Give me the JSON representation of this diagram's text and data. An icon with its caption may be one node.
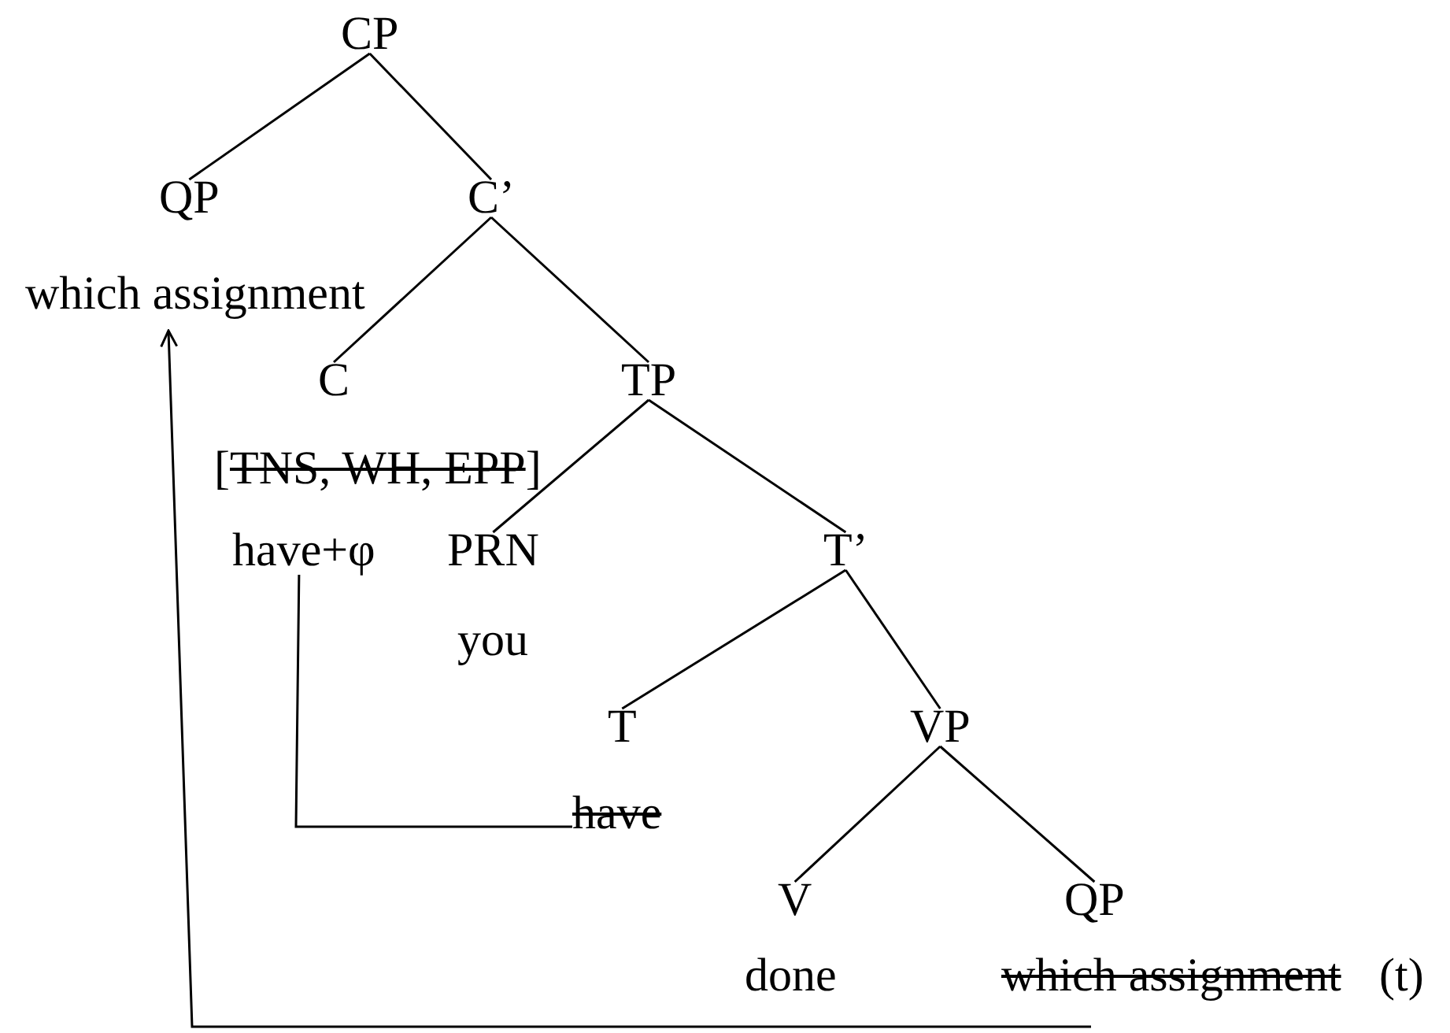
{
  "diagram": {
    "nodes": [
      {
        "text": [
          "CP"
        ]
      },
      {
        "text": [
          "QP"
        ]
      },
      {
        "text": [
          "C’"
        ]
      },
      {
        "text": [
          "which assignment"
        ]
      },
      {
        "text": [
          "C"
        ]
      },
      {
        "text": [
          "TP"
        ]
      },
      {
        "text": [
          "have+φ"
        ]
      },
      {
        "text": [
          "PRN"
        ]
      },
      {
        "text": [
          "T’"
        ]
      },
      {
        "text": [
          "T"
        ]
      },
      {
        "text": [
          "VP"
        ]
      },
      {
        "text": [
          "have"
        ]
      },
      {
        "text": [
          "V"
        ]
      },
      {
        "text": [
          "QP"
        ]
      },
      {
        "text": [
          "which assignment"
        ]
      }
    ],
    "edges": [
      {
        "from": 0,
        "to": 1,
        "arrow": "none"
      },
      {
        "from": 0,
        "to": 2,
        "arrow": "none"
      },
      {
        "from": 2,
        "to": 4,
        "arrow": "none"
      },
      {
        "from": 2,
        "to": 5,
        "arrow": "none"
      },
      {
        "from": 5,
        "to": 7,
        "arrow": "none"
      },
      {
        "from": 5,
        "to": 8,
        "arrow": "none"
      },
      {
        "from": 8,
        "to": 9,
        "arrow": "none"
      },
      {
        "from": 8,
        "to": 10,
        "arrow": "none"
      },
      {
        "from": 10,
        "to": 12,
        "arrow": "none"
      },
      {
        "from": 10,
        "to": 13,
        "arrow": "none"
      },
      {
        "from": 11,
        "to": 6,
        "arrow": "none"
      },
      {
        "from": 14,
        "to": 3,
        "arrow": "to"
      }
    ],
    "labels": [
      "[",
      "TNS, WH, EPP",
      "]",
      "you",
      "done",
      "(t)"
    ]
  }
}
